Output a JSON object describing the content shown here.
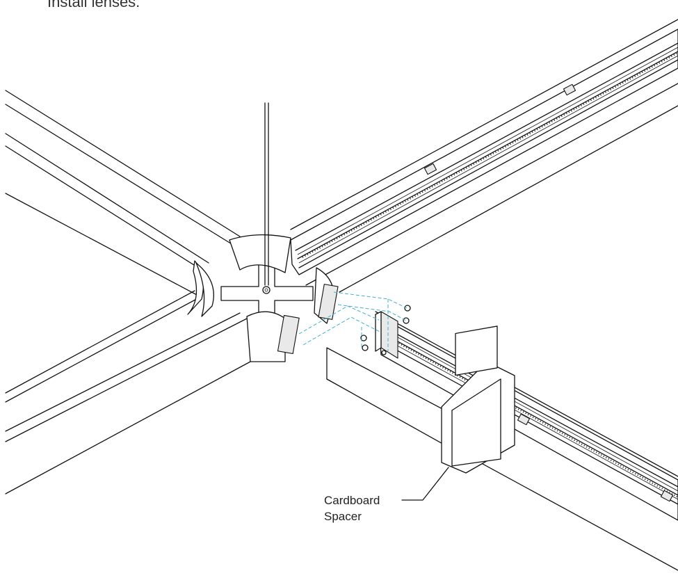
{
  "instruction": {
    "text": "Install lenses."
  },
  "callout": {
    "line1": "Cardboard",
    "line2": "Spacer"
  },
  "colors": {
    "line": "#111111",
    "guide_dashes": "#3fb0d6",
    "background": "#ffffff"
  }
}
